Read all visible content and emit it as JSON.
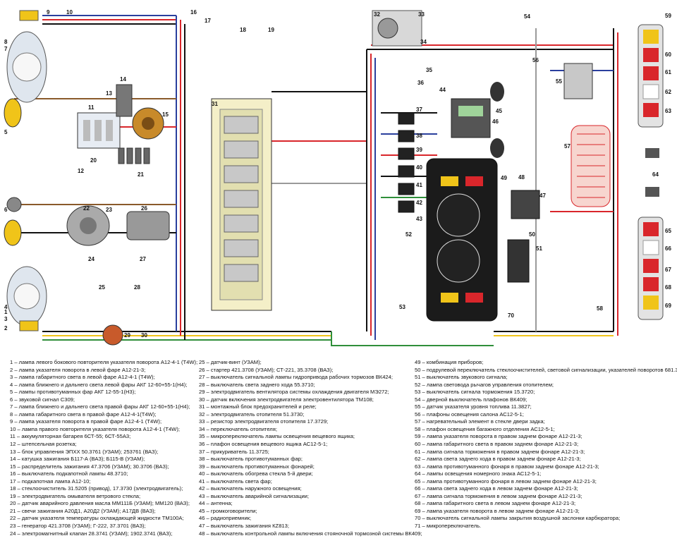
{
  "palette": {
    "red": "#d9262b",
    "blue": "#2a3f9d",
    "yellow": "#f0c419",
    "green": "#2f8f3a",
    "black": "#111111",
    "brown": "#8a5a2b",
    "grey": "#9a9a9a",
    "panel": "#f4efc8"
  },
  "component_numbers": [
    "1",
    "2",
    "3",
    "4",
    "5",
    "6",
    "7",
    "8",
    "9",
    "10",
    "11",
    "12",
    "13",
    "14",
    "15",
    "16",
    "17",
    "18",
    "19",
    "20",
    "21",
    "22",
    "23",
    "24",
    "25",
    "26",
    "27",
    "28",
    "29",
    "30",
    "31",
    "32",
    "33",
    "34",
    "35",
    "36",
    "37",
    "38",
    "39",
    "40",
    "41",
    "42",
    "43",
    "44",
    "45",
    "46",
    "47",
    "48",
    "49",
    "50",
    "51",
    "52",
    "53",
    "54",
    "55",
    "56",
    "57",
    "58",
    "59",
    "60",
    "61",
    "62",
    "63",
    "64",
    "65",
    "66",
    "67",
    "68",
    "69",
    "70"
  ],
  "legend": {
    "col1": [
      "1 – лампа левого бокового повторителя указателя поворота А12-4-1 (Т4W);",
      "2 – лампа указателя поворота в левой фаре А12-21-3;",
      "3 – лампа габаритного света в левой фаре А12-4-1 (Т4W);",
      "4 – лампа ближнего и дальнего света левой фары АКГ 12-60+55-1(Н4);",
      "5 – лампы противотуманных фар АКГ 12-55-1(Н3);",
      "6 – звуковой сигнал С309;",
      "7 – лампа ближнего и дальнего света правой фары АКГ 12-60+55-1(Н4);",
      "8 – лампа габаритного света в правой фаре А12-4-1(Т4W);",
      "9 – лампа указателя поворота в правой фаре А12-4-1 (Т4W);",
      "10 – лампа правого повторителя указателя поворота А12-4-1 (Т4W);",
      "11 – аккумуляторная батарея 6СТ-55; 6СТ-55А3;",
      "12 – штепсельная розетка;",
      "13 – блок управления ЭПХХ 50.3761 (УЗАМ); 253761 (ВАЗ);",
      "14 – катушка зажигания Б117-А (ВАЗ); Б115-В (УЗАМ);",
      "15 – распределитель зажигания 47.3706 (УЗАМ); 30.3706 (ВАЗ);",
      "16 – выключатель подкапотной лампы 48.3710;",
      "17 – подкапотная лампа А12-10;",
      "18 – стеклоочиститель 31.5205 (привод), 17.3730 (электродвигатель);",
      "19 – электродвигатель омывателя ветрового стекла;",
      "20 – датчик аварийного давления масла ММ111Б (УЗАМ); ММ120 (ВАЗ);",
      "21 – свечи зажигания А20Д1, А20Д2 (УЗАМ); А17ДВ (ВАЗ);",
      "22 – датчик указателя температуры охлаждающей жидкости ТМ100А;",
      "23 – генератор 421.3708 (УЗАМ); Г-222, 37.3701 (ВАЗ);",
      "24 – электромагнитный клапан 28.3741 (УЗАМ); 1902.3741 (ВАЗ);"
    ],
    "col2": [
      "25 – датчик-винт (УЗАМ);",
      "26 – стартер 421.3708 (УЗАМ); СТ-221, 35.3708 (ВАЗ);",
      "27 – выключатель сигнальной лампы гидропривода рабочих тормозов ВК424;",
      "28 – выключатель света заднего хода 55.3710;",
      "29 – электродвигатель вентилятора системы охлаждения двигателя МЭ272;",
      "30 – датчик включения электродвигателя электровентилятора ТМ108;",
      "31 – монтажный блок предохранителей и реле;",
      "32 – электродвигатель отопителя 51.3730;",
      "33 – резистор электродвигателя отопителя 17.3729;",
      "34 – переключатель отопителя;",
      "35 – микропереключатель лампы освещения вещевого ящика;",
      "36 – плафон освещения вещевого ящика АС12-5-1;",
      "37 – прикуриватель 11.3725;",
      "38 – выключатель противотуманных фар;",
      "39 – выключатель противотуманных фонарей;",
      "40 – выключатель обогрева стекла 5-й двери;",
      "41 – выключатель света фар;",
      "42 – выключатель наружного освещения;",
      "43 – выключатель аварийной сигнализации;",
      "44 – антенна;",
      "45 – громкоговорители;",
      "46 – радиоприемник;",
      "47 – выключатель зажигания КZ813;",
      "48 – выключатель контрольной лампы включения стояночной тормозной системы ВК409;"
    ],
    "col3": [
      "49 – комбинация приборов;",
      "50 – подрулевой переключатель стеклоочистителей, световой сигнализации, указателей поворотов 681.3709;",
      "51 – выключатель звукового сигнала;",
      "52 – лампа световода рычагов управления отопителем;",
      "53 – выключатель сигнала торможения 15.3720;",
      "54 – дверной выключатель плафонов ВК409;",
      "55 – датчик указателя уровня топлива 11.3827;",
      "56 – плафоны освещения салона АС12-5-1;",
      "57 – нагревательный элемент в стекле двери задка;",
      "58 – плафон освещения багажного отделения АС12-5-1;",
      "59 – лампа указателя поворота в правом заднем фонаре А12-21-3;",
      "60 – лампа габаритного света в правом заднем фонаре А12-21-3;",
      "61 – лампа сигнала торможения в правом заднем фонаре А12-21-3;",
      "62 – лампа света заднего хода в правом заднем фонаре А12-21-3;",
      "63 – лампа противотуманного фонаря в правом заднем фонаре А12-21-3;",
      "64 – лампы освещения номерного знака АС12-5-1;",
      "65 – лампа противотуманного фонаря в левом заднем фонаре А12-21-3;",
      "66 – лампа света заднего хода в левом заднем фонаре А12-21-3;",
      "67 – лампа сигнала торможения в левом заднем фонаре А12-21-3;",
      "68 – лампа габаритного света в левом заднем фонаре А12-21-3;",
      "69 – лампа указателя поворота в левом заднем фонаре А12-21-3;",
      "70 – выключатель сигнальной лампы закрытия воздушной заслонки карбюратора;",
      "71 – микропереключатель."
    ]
  }
}
